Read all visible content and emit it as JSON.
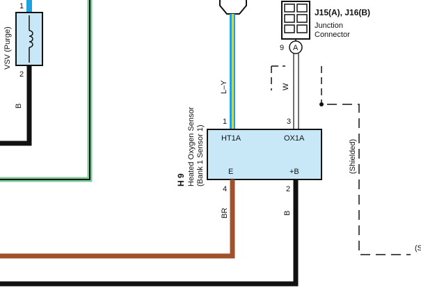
{
  "components": {
    "vsv": {
      "label": "VSV (Purge)",
      "pin_top": "1",
      "pin_bottom": "2",
      "wire_color": "B"
    },
    "sensor": {
      "code": "H 9",
      "name_line1": "Heated Oxygen Sensor",
      "name_line2": "(Bank 1 Sensor 1)",
      "terminal_ht": "HT1A",
      "terminal_ox": "OX1A",
      "terminal_e": "E",
      "terminal_b": "+B",
      "pin_ht": "1",
      "pin_ox": "3",
      "pin_e": "4",
      "pin_b": "2"
    },
    "junction": {
      "title": "J15(A), J16(B)",
      "line1": "Junction",
      "line2": "Connector",
      "pin": "9",
      "letter": "A"
    },
    "shield": {
      "label": "(Shielded)",
      "partial_label": "(S"
    }
  },
  "wires": {
    "ht_color": "L–Y",
    "ox_color": "W",
    "e_color": "BR",
    "b_color": "B"
  },
  "colors": {
    "wire_blue": "#1fa3e0",
    "wire_yellow": "#f0d400",
    "wire_brown": "#a0522d",
    "wire_black": "#111111",
    "wire_green": "#7fc99a",
    "component_fill": "#c8e8f8"
  }
}
